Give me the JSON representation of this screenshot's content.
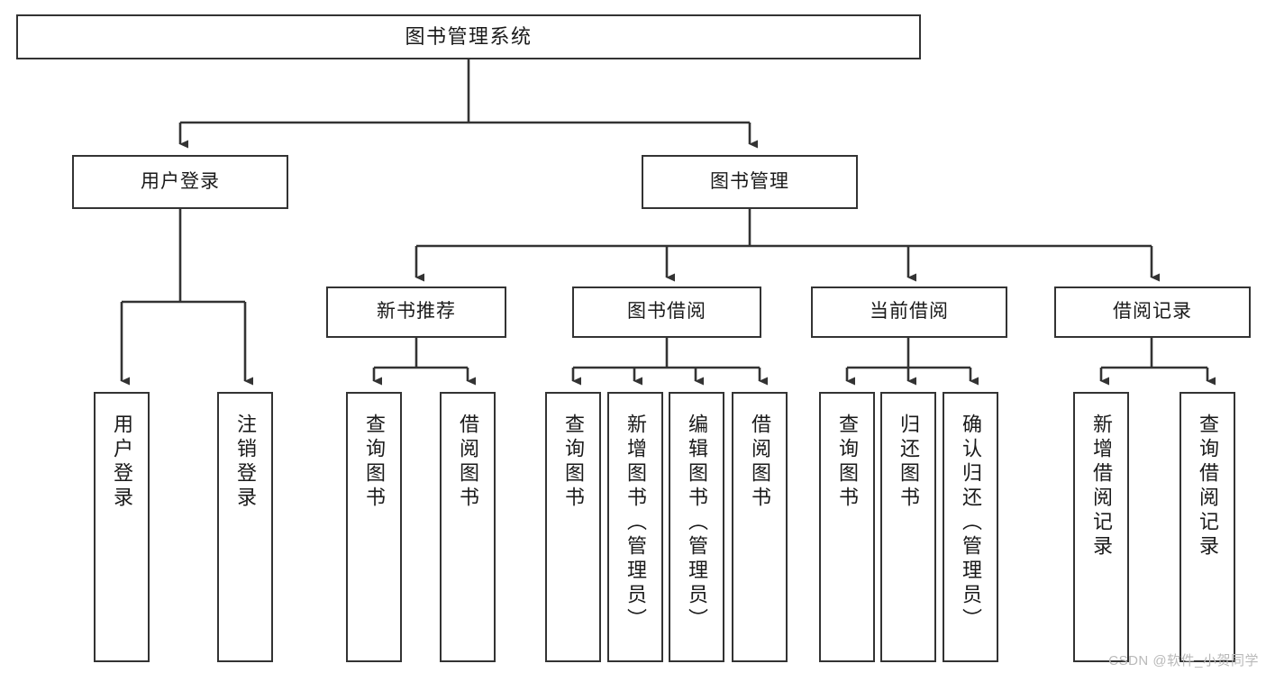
{
  "diagram": {
    "title": "图书管理系统",
    "type": "tree-structure-chart",
    "root": {
      "label": "图书管理系统"
    },
    "tier1": [
      {
        "label": "用户登录"
      },
      {
        "label": "图书管理"
      }
    ],
    "tier2": [
      {
        "label": "新书推荐"
      },
      {
        "label": "图书借阅"
      },
      {
        "label": "当前借阅"
      },
      {
        "label": "借阅记录"
      }
    ],
    "leaves": {
      "user_login": [
        "用户登录",
        "注销登录"
      ],
      "new_book_recommend": [
        "查询图书",
        "借阅图书"
      ],
      "book_borrow": [
        "查询图书",
        "新增图书（管理员）",
        "编辑图书（管理员）",
        "借阅图书"
      ],
      "current_borrow": [
        "查询图书",
        "归还图书",
        "确认归还（管理员）"
      ],
      "borrow_record": [
        "新增借阅记录",
        "查询借阅记录"
      ]
    },
    "colors": {
      "box_border": "#333333",
      "box_fill": "#ffffff",
      "connector": "#333333",
      "text": "#1a1a1a",
      "watermark": "#b9b9b9"
    }
  },
  "watermark": {
    "text": "CSDN @软件_小贺同学"
  }
}
